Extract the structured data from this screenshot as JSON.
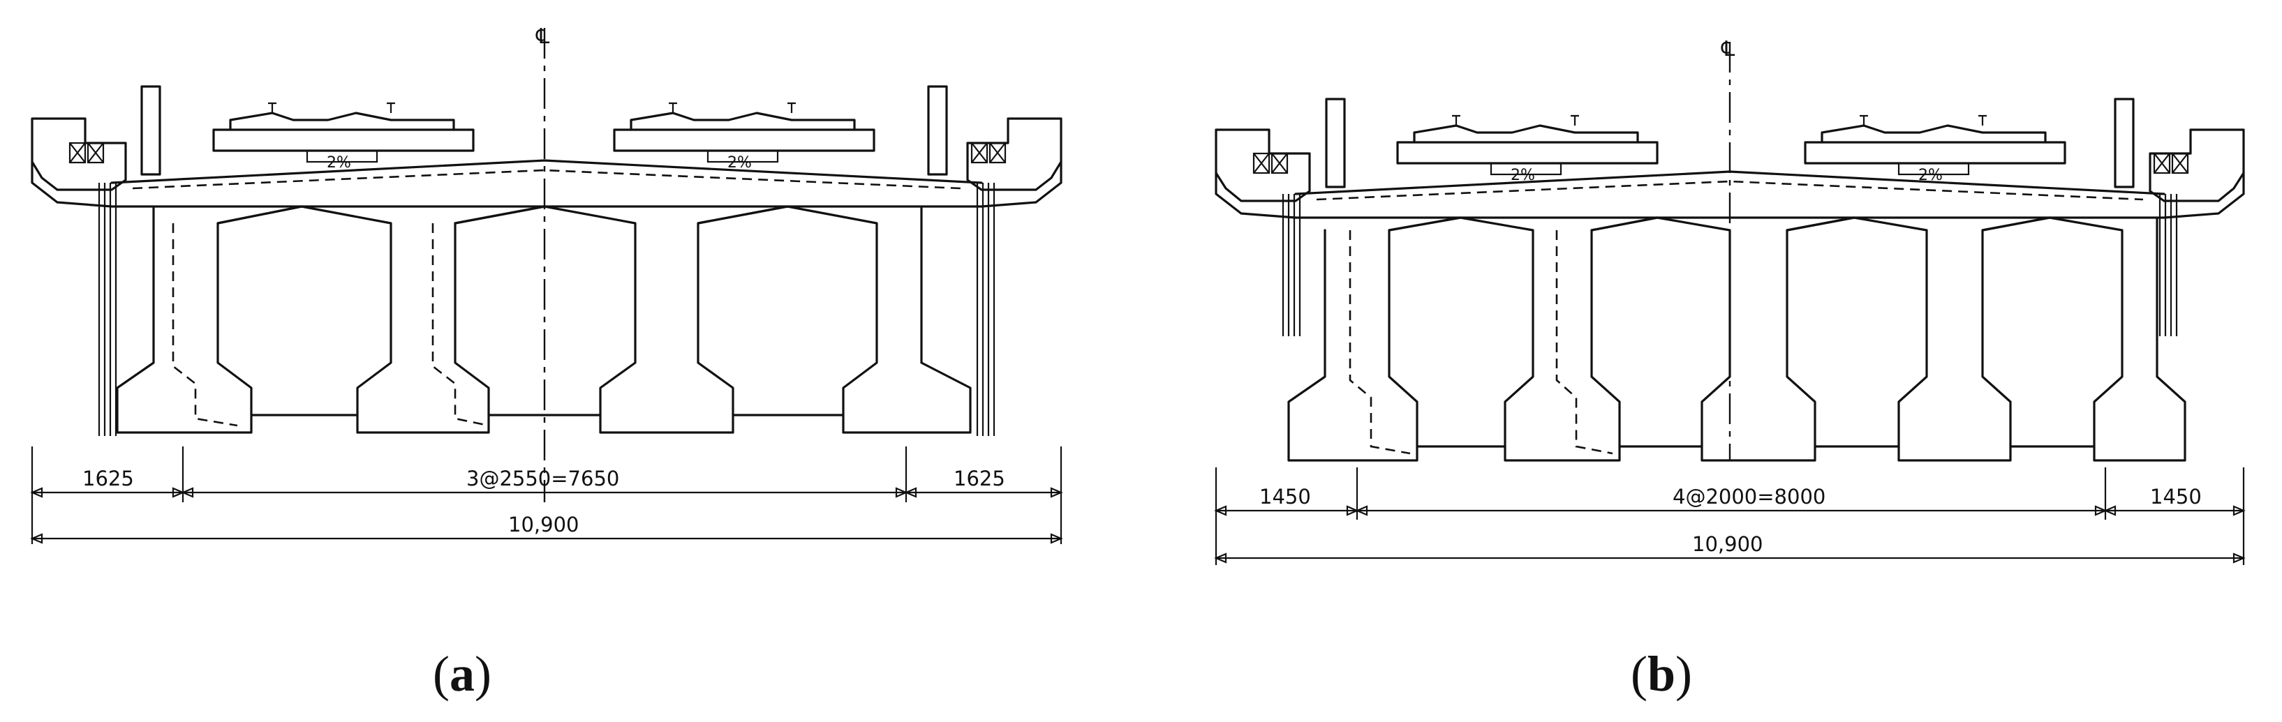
{
  "panels": [
    {
      "id": "a",
      "label_open": "(",
      "label_letter": "a",
      "label_close": ")",
      "centerline_symbol": "℄",
      "slope_left": "2%",
      "slope_right": "2%",
      "dim_left": "1625",
      "dim_middle": "3@2550=7650",
      "dim_right": "1625",
      "dim_total": "10,900",
      "girder_count": 4
    },
    {
      "id": "b",
      "label_open": "(",
      "label_letter": "b",
      "label_close": ")",
      "centerline_symbol": "℄",
      "slope_left": "2%",
      "slope_right": "2%",
      "dim_left": "1450",
      "dim_middle": "4@2000=8000",
      "dim_right": "1450",
      "dim_total": "10,900",
      "girder_count": 5
    }
  ]
}
